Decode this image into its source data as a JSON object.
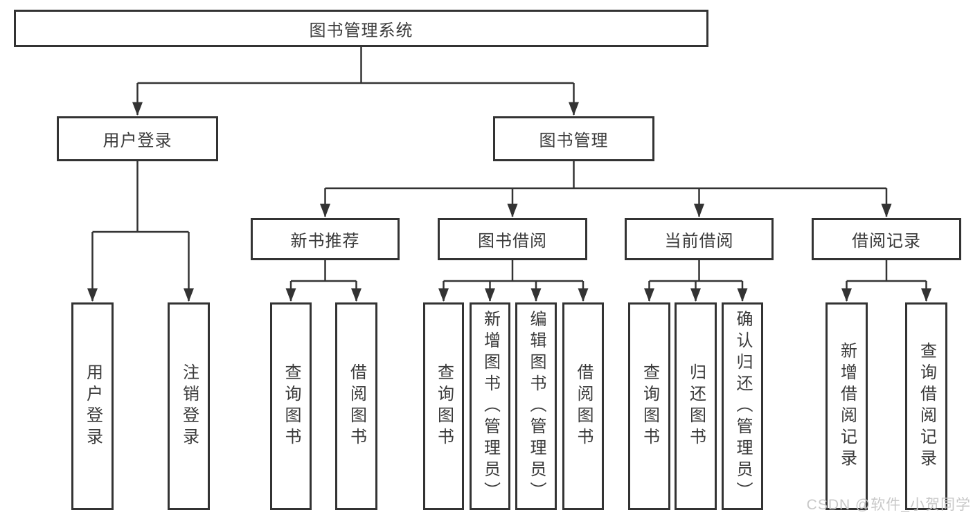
{
  "diagram": {
    "root": {
      "label": "图书管理系统"
    },
    "branches": [
      {
        "label": "用户登录",
        "children": [
          {
            "label": "用户登录"
          },
          {
            "label": "注销登录"
          }
        ]
      },
      {
        "label": "图书管理",
        "sections": [
          {
            "label": "新书推荐",
            "children": [
              {
                "label": "查询图书"
              },
              {
                "label": "借阅图书"
              }
            ]
          },
          {
            "label": "图书借阅",
            "children": [
              {
                "label": "查询图书"
              },
              {
                "label": "新增图书（管理员）"
              },
              {
                "label": "编辑图书（管理员）"
              },
              {
                "label": "借阅图书"
              }
            ]
          },
          {
            "label": "当前借阅",
            "children": [
              {
                "label": "查询图书"
              },
              {
                "label": "归还图书"
              },
              {
                "label": "确认归还（管理员）"
              }
            ]
          },
          {
            "label": "借阅记录",
            "children": [
              {
                "label": "新增借阅记录"
              },
              {
                "label": "查询借阅记录"
              }
            ]
          }
        ]
      }
    ]
  },
  "watermark": {
    "text": "CSDN @软件_小贺同学"
  },
  "colors": {
    "border": "#333333",
    "line": "#333333",
    "text": "#3a3a3a",
    "watermark": "#c8c8c8",
    "background": "#ffffff"
  }
}
